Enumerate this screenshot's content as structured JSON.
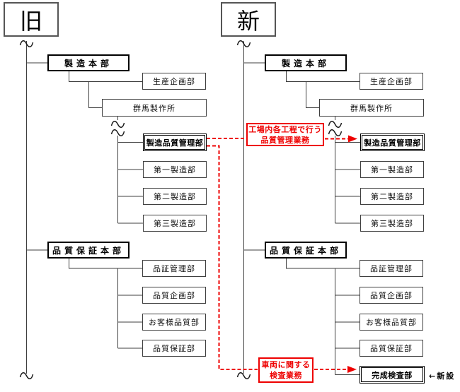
{
  "old": {
    "title": "旧",
    "mfg_hq": "製造本部",
    "production_planning": "生産企画部",
    "gunma_works": "群馬製作所",
    "mfg_quality_ctrl": "製造品質管理部",
    "mfg1": "第一製造部",
    "mfg2": "第二製造部",
    "mfg3": "第三製造部",
    "qa_hq": "品質保証本部",
    "qc_mgmt": "品証管理部",
    "quality_planning": "品質企画部",
    "customer_quality": "お客様品質部",
    "quality_assurance": "品質保証部"
  },
  "new": {
    "title": "新",
    "mfg_hq": "製造本部",
    "production_planning": "生産企画部",
    "gunma_works": "群馬製作所",
    "mfg_quality_ctrl": "製造品質管理部",
    "mfg1": "第一製造部",
    "mfg2": "第二製造部",
    "mfg3": "第三製造部",
    "qa_hq": "品質保証本部",
    "qc_mgmt": "品証管理部",
    "quality_planning": "品質企画部",
    "customer_quality": "お客様品質部",
    "quality_assurance": "品質保証部",
    "completion_inspection": "完成検査部"
  },
  "annotations": {
    "factory_process_quality_line1": "工場内各工程で行う",
    "factory_process_quality_line2": "品質管理業務",
    "vehicle_inspection_line1": "車両に関する",
    "vehicle_inspection_line2": "検査業務",
    "newly_established": "←新設"
  },
  "colors": {
    "background": "#ffffff",
    "line": "#3f3f3f",
    "box_border_bold": "#000000",
    "accent_red": "#ee0000",
    "text": "#111111"
  }
}
